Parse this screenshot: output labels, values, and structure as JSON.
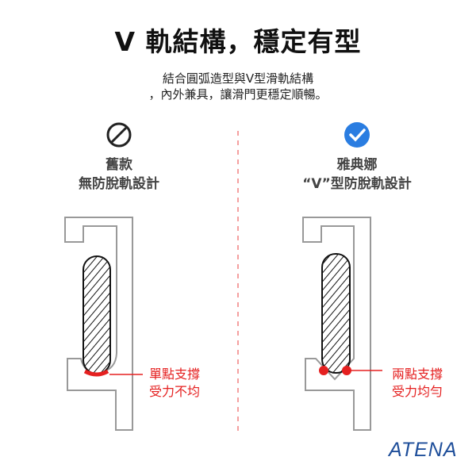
{
  "title": "V 軌結構，穩定有型",
  "subtitle": [
    "結合圓弧造型與V型滑軌結構",
    "，內外兼具，讓滑門更穩定順暢。"
  ],
  "left": {
    "icon": "prohibited-icon",
    "label1": "舊款",
    "label2": "無防脫軌設計",
    "note1": "單點支撐",
    "note2": "受力不均"
  },
  "right": {
    "icon": "check-circle-icon",
    "label1": "雅典娜",
    "label2": "“V”型防脫軌設計",
    "note1": "兩點支撐",
    "note2": "受力均勻"
  },
  "logo": "ATENA",
  "colors": {
    "accent": "#e52020",
    "check": "#2a7de1",
    "brand": "#1e4e9a"
  }
}
